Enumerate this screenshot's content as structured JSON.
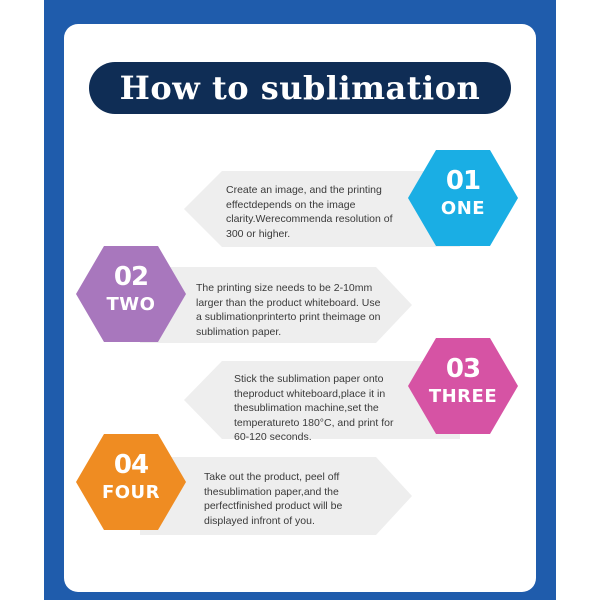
{
  "title": "How to sublimation",
  "steps": [
    {
      "number": "01",
      "word": "ONE",
      "color": "#1aaee4",
      "text": "Create an image, and the printing effectdepends on the image clarity.Werecommenda resolution of 300 or higher."
    },
    {
      "number": "02",
      "word": "TWO",
      "color": "#a877bd",
      "text": "The printing size needs to be 2-10mm larger than the product whiteboard. Use a sublimationprinterto print theimage on sublimation paper."
    },
    {
      "number": "03",
      "word": "THREE",
      "color": "#d653a4",
      "text": "Stick the sublimation paper onto theproduct whiteboard,place it in thesublimation machine,set the temperatureto 180°C, and print for 60-120 seconds."
    },
    {
      "number": "04",
      "word": "FOUR",
      "color": "#ef8c22",
      "text": "Take out the product, peel off thesublimation paper,and the perfectfinished product will be displayed infront of you."
    }
  ]
}
